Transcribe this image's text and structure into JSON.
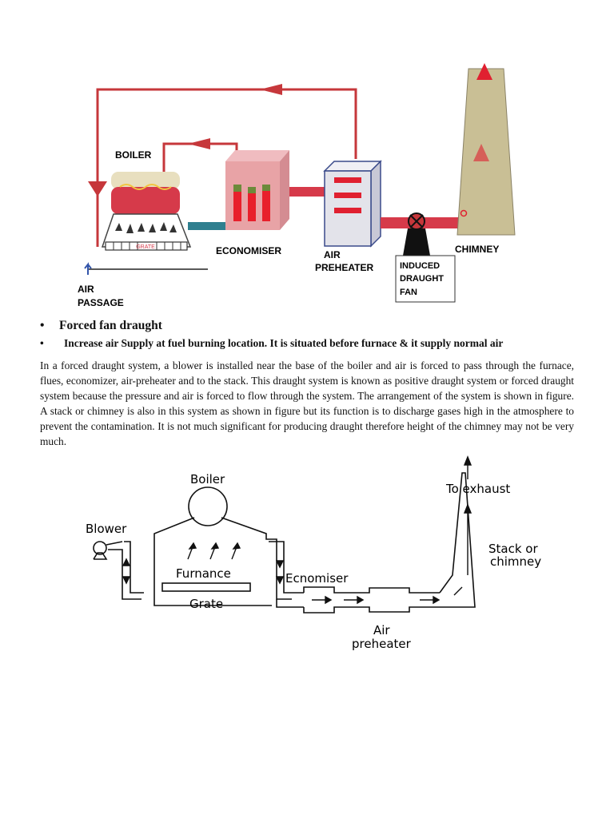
{
  "figure1": {
    "labels": {
      "boiler": "BOILER",
      "grate": "GRATE",
      "economiser": "ECONOMISER",
      "air_preheater_line1": "AIR",
      "air_preheater_line2": "PREHEATER",
      "chimney": "CHIMNEY",
      "induced_fan_line1": "INDUCED",
      "induced_fan_line2": "DRAUGHT",
      "induced_fan_line3": "FAN",
      "air_passage_line1": "AIR",
      "air_passage_line2": "PASSAGE"
    },
    "colors": {
      "pipe": "#c6373b",
      "economiser": "#e8a3a6",
      "chimney": "#c9bf95",
      "preheater": "#e3e3ea"
    }
  },
  "bullets": [
    "Forced fan draught",
    "Increase air Supply at fuel burning location. It is situated before furnace & it supply normal air"
  ],
  "paragraph": "In a forced draught system, a blower is installed near the base of the boiler and air is forced to pass through the furnace, flues, economizer, air-preheater and to the stack. This draught system is known as positive draught system or forced draught system because the pressure and air is forced to flow through the system. The arrangement of the system is shown in figure. A stack or chimney is also in this system as shown in figure but its function is to discharge gases high in the atmosphere to prevent the contamination. It is not much significant for producing draught therefore height of the chimney may not be very much.",
  "figure2": {
    "labels": {
      "boiler": "Boiler",
      "blower": "Blower",
      "furnace": "Furnance",
      "grate": "Grate",
      "economiser": "Ecnomiser",
      "air_preheater_line1": "Air",
      "air_preheater_line2": "preheater",
      "to_exhaust": "To exhaust",
      "stack_line1": "Stack or",
      "stack_line2": "chimney"
    }
  }
}
